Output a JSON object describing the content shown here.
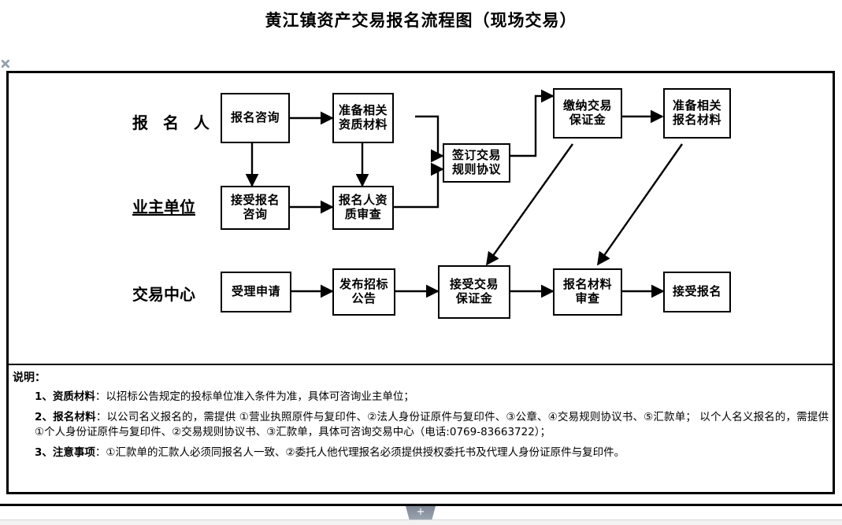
{
  "document": {
    "title": "黄江镇资产交易报名流程图（现场交易）"
  },
  "lanes": [
    {
      "id": "applicant",
      "label": "报 名 人"
    },
    {
      "id": "owner-unit",
      "label": "业主单位"
    },
    {
      "id": "trading-center",
      "label": "交易中心"
    }
  ],
  "nodes": {
    "applicant": [
      {
        "id": "n1",
        "label": "报名咨询"
      },
      {
        "id": "n2",
        "label": "准备相关\n资质材料"
      },
      {
        "id": "n3",
        "label": "签订交易\n规则协议"
      },
      {
        "id": "n4",
        "label": "缴纳交易\n保证金"
      },
      {
        "id": "n5",
        "label": "准备相关\n报名材料"
      }
    ],
    "owner_unit": [
      {
        "id": "n6",
        "label": "接受报名\n咨询"
      },
      {
        "id": "n7",
        "label": "报名人资\n质审查"
      }
    ],
    "trading_center": [
      {
        "id": "n8",
        "label": "受理申请"
      },
      {
        "id": "n9",
        "label": "发布招标\n公告"
      },
      {
        "id": "n10",
        "label": "接受交易\n保证金"
      },
      {
        "id": "n11",
        "label": "报名材料\n审查"
      },
      {
        "id": "n12",
        "label": "接受报名"
      }
    ]
  },
  "notes": {
    "heading": "说明：",
    "items": [
      {
        "index": "1、",
        "term": "资质材料",
        "text": "：以招标公告规定的投标单位准入条件为准，具体可咨询业主单位；"
      },
      {
        "index": "2、",
        "term": "报名材料",
        "text": "：以公司名义报名的，需提供 ①营业执照原件与复印件、②法人身份证原件与复印件、③公章、④交易规则协议书、⑤汇款单；  以个人名义报名的，需提供 ①个人身份证原件与复印件、②交易规则协议书、③汇款单，具体可咨询交易中心（电话:0769-83663722）；"
      },
      {
        "index": "3、",
        "term": "注意事项",
        "text": "：①汇款单的汇款人必须同报名人一致、②委托人他代理报名必须提供授权委托书及代理人身份证原件与复印件。"
      }
    ]
  },
  "statusbar": {
    "add_tab_label": "+"
  },
  "colors": {
    "stroke": "#000000",
    "background": "#ffffff",
    "tab": "#8a94a2"
  }
}
